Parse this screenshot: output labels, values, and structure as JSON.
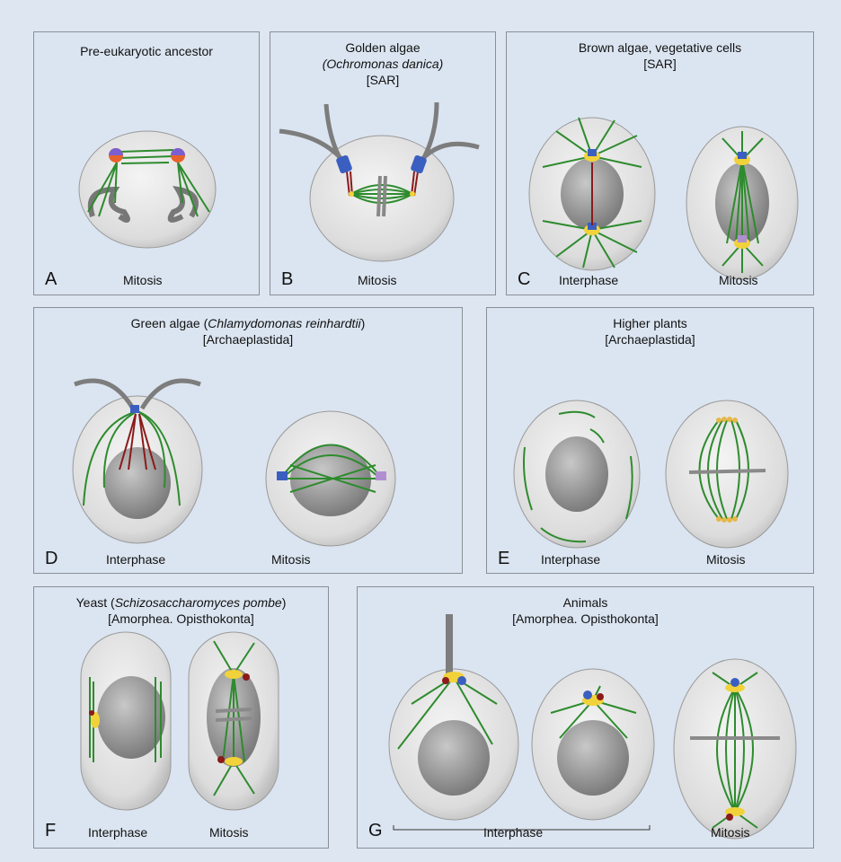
{
  "panels": {
    "a": {
      "letter": "A",
      "title": "Pre-eukaryotic ancestor",
      "labels": [
        "Mitosis"
      ]
    },
    "b": {
      "letter": "B",
      "title_line1": "Golden algae",
      "title_line2": "(Ochromonas danica)",
      "title_line3": "[SAR]",
      "labels": [
        "Mitosis"
      ]
    },
    "c": {
      "letter": "C",
      "title_line1": "Brown algae, vegetative cells",
      "title_line2": "[SAR]",
      "labels": [
        "Interphase",
        "Mitosis"
      ]
    },
    "d": {
      "letter": "D",
      "title_prefix": "Green algae (",
      "title_italic": "Chlamydomonas reinhardtii",
      "title_suffix": ")",
      "title_line2": "[Archaeplastida]",
      "labels": [
        "Interphase",
        "Mitosis"
      ]
    },
    "e": {
      "letter": "E",
      "title_line1": "Higher plants",
      "title_line2": "[Archaeplastida]",
      "labels": [
        "Interphase",
        "Mitosis"
      ]
    },
    "f": {
      "letter": "F",
      "title_prefix": "Yeast (",
      "title_italic": "Schizosaccharomyces pombe",
      "title_suffix": ")",
      "title_line2": "[Amorphea. Opisthokonta]",
      "labels": [
        "Interphase",
        "Mitosis"
      ]
    },
    "g": {
      "letter": "G",
      "title_line1": "Animals",
      "title_line2": "[Amorphea. Opisthokonta]",
      "labels": [
        "Interphase",
        "Mitosis"
      ]
    }
  },
  "colors": {
    "panel_bg": "#dbe5f1",
    "microtubule": "#2e8b2e",
    "flagellum": "#7d7d7d",
    "basal_body": "#3b5fc0",
    "rootlet": "#8b1a1a",
    "spb": "#f2d23a",
    "cell": "#e3e3e3",
    "nucleus": "#a9a9a9"
  }
}
